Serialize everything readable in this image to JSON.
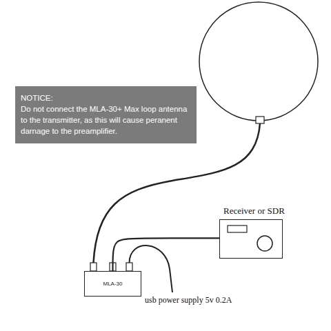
{
  "diagram": {
    "nodes": [
      {
        "text": [
          "NOTICE:",
          "Do not connect the MLA-30+ Max loop antenna to the transmitter, as this will cause peranent darnage to the preamplifier."
        ]
      },
      {
        "text": [
          "Receiver or SDR"
        ]
      },
      {
        "text": [
          "MLA-30"
        ]
      }
    ],
    "edges": [
      {
        "from": 2,
        "to": 1,
        "arrow": "none"
      }
    ],
    "labels": [
      "usb power supply 5v 0.2A"
    ]
  }
}
